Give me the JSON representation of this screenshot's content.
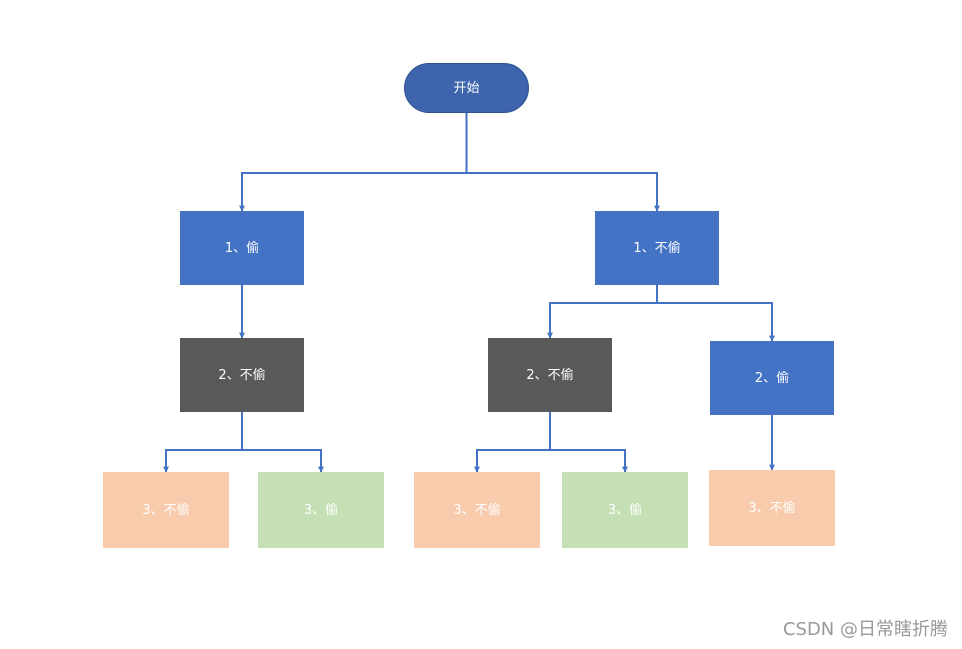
{
  "colors": {
    "start": "#3d64ad",
    "blue": "#4472c4",
    "dark": "#595959",
    "peach": "#f8cbad",
    "green": "#c5e0b4",
    "edge": "#4472c4"
  },
  "nodes": [
    {
      "id": "start",
      "label": "开始",
      "kind": "start",
      "fill": "start"
    },
    {
      "id": "l1",
      "label": "1、偷",
      "kind": "process",
      "fill": "blue"
    },
    {
      "id": "r1",
      "label": "1、不偷",
      "kind": "process",
      "fill": "blue"
    },
    {
      "id": "l2",
      "label": "2、不偷",
      "kind": "process",
      "fill": "dark"
    },
    {
      "id": "r2a",
      "label": "2、不偷",
      "kind": "process",
      "fill": "dark"
    },
    {
      "id": "r2b",
      "label": "2、偷",
      "kind": "process",
      "fill": "blue"
    },
    {
      "id": "l3a",
      "label": "3、不偷",
      "kind": "process",
      "fill": "peach"
    },
    {
      "id": "l3b",
      "label": "3、偷",
      "kind": "process",
      "fill": "green"
    },
    {
      "id": "r3a",
      "label": "3、不偷",
      "kind": "process",
      "fill": "peach"
    },
    {
      "id": "r3b",
      "label": "3、偷",
      "kind": "process",
      "fill": "green"
    },
    {
      "id": "r3c",
      "label": "3、不偷",
      "kind": "process",
      "fill": "peach"
    }
  ],
  "edges": [
    {
      "from": "start",
      "to": "l1"
    },
    {
      "from": "start",
      "to": "r1"
    },
    {
      "from": "l1",
      "to": "l2"
    },
    {
      "from": "r1",
      "to": "r2a"
    },
    {
      "from": "r1",
      "to": "r2b"
    },
    {
      "from": "l2",
      "to": "l3a"
    },
    {
      "from": "l2",
      "to": "l3b"
    },
    {
      "from": "r2a",
      "to": "r3a"
    },
    {
      "from": "r2a",
      "to": "r3b"
    },
    {
      "from": "r2b",
      "to": "r3c"
    }
  ],
  "watermark": "CSDN @日常瞎折腾"
}
